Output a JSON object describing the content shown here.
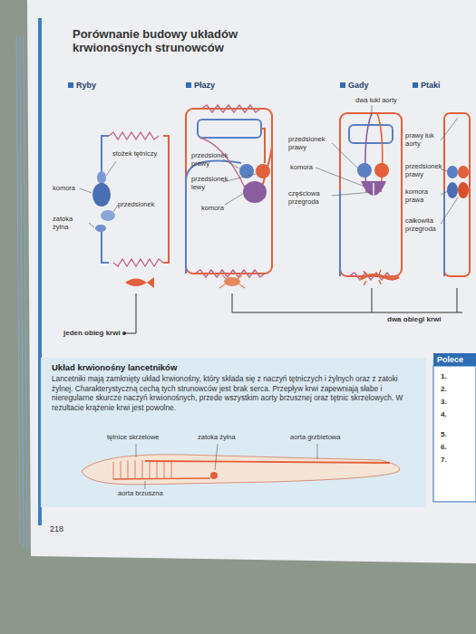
{
  "diagram": {
    "title": "Porównanie budowy układów krwionośnych strunowców",
    "nodes": [
      {
        "text": [
          "Ryby"
        ]
      },
      {
        "text": [
          "Płazy"
        ]
      },
      {
        "text": [
          "Gady"
        ]
      },
      {
        "text": [
          "Ptaki"
        ]
      },
      {
        "text": [
          "Układ krwionośny lancetników",
          "Lancetniki mają zamknięty układ krwionośny, który składa się z naczyń tętniczych i żylnych oraz z zatoki żylnej. Charakterystyczną cechą tych strunowców jest brak serca. Przepływ krwi zapewniają słabe i nieregularne skurcze naczyń krwionośnych, przede wszystkim aorty brzusznej oraz tętnic skrzelowych. W rezultacie krążenie krwi jest powolne."
        ]
      },
      {
        "text": [
          "Polece"
        ]
      }
    ],
    "labels": [
      "stożek tętniczy",
      "komora",
      "przedsionek",
      "zatoka żylna",
      "przedsionek prawy",
      "przedsionek lewy",
      "komora",
      "dwa łuki aorty",
      "przedsionek prawy",
      "komora",
      "częściowa przegroda",
      "prawy łuk aorty",
      "przedsionek prawy",
      "komora prawa",
      "całkowita przegroda",
      "jeden obieg krwi",
      "dwa obiegi krwi",
      "tętnice skrzelowe",
      "zatoka żylna",
      "aorta grzbietowa",
      "aorta brzuszna",
      "218",
      "1.",
      "2.",
      "3.",
      "4.",
      "5.",
      "6.",
      "7."
    ]
  }
}
